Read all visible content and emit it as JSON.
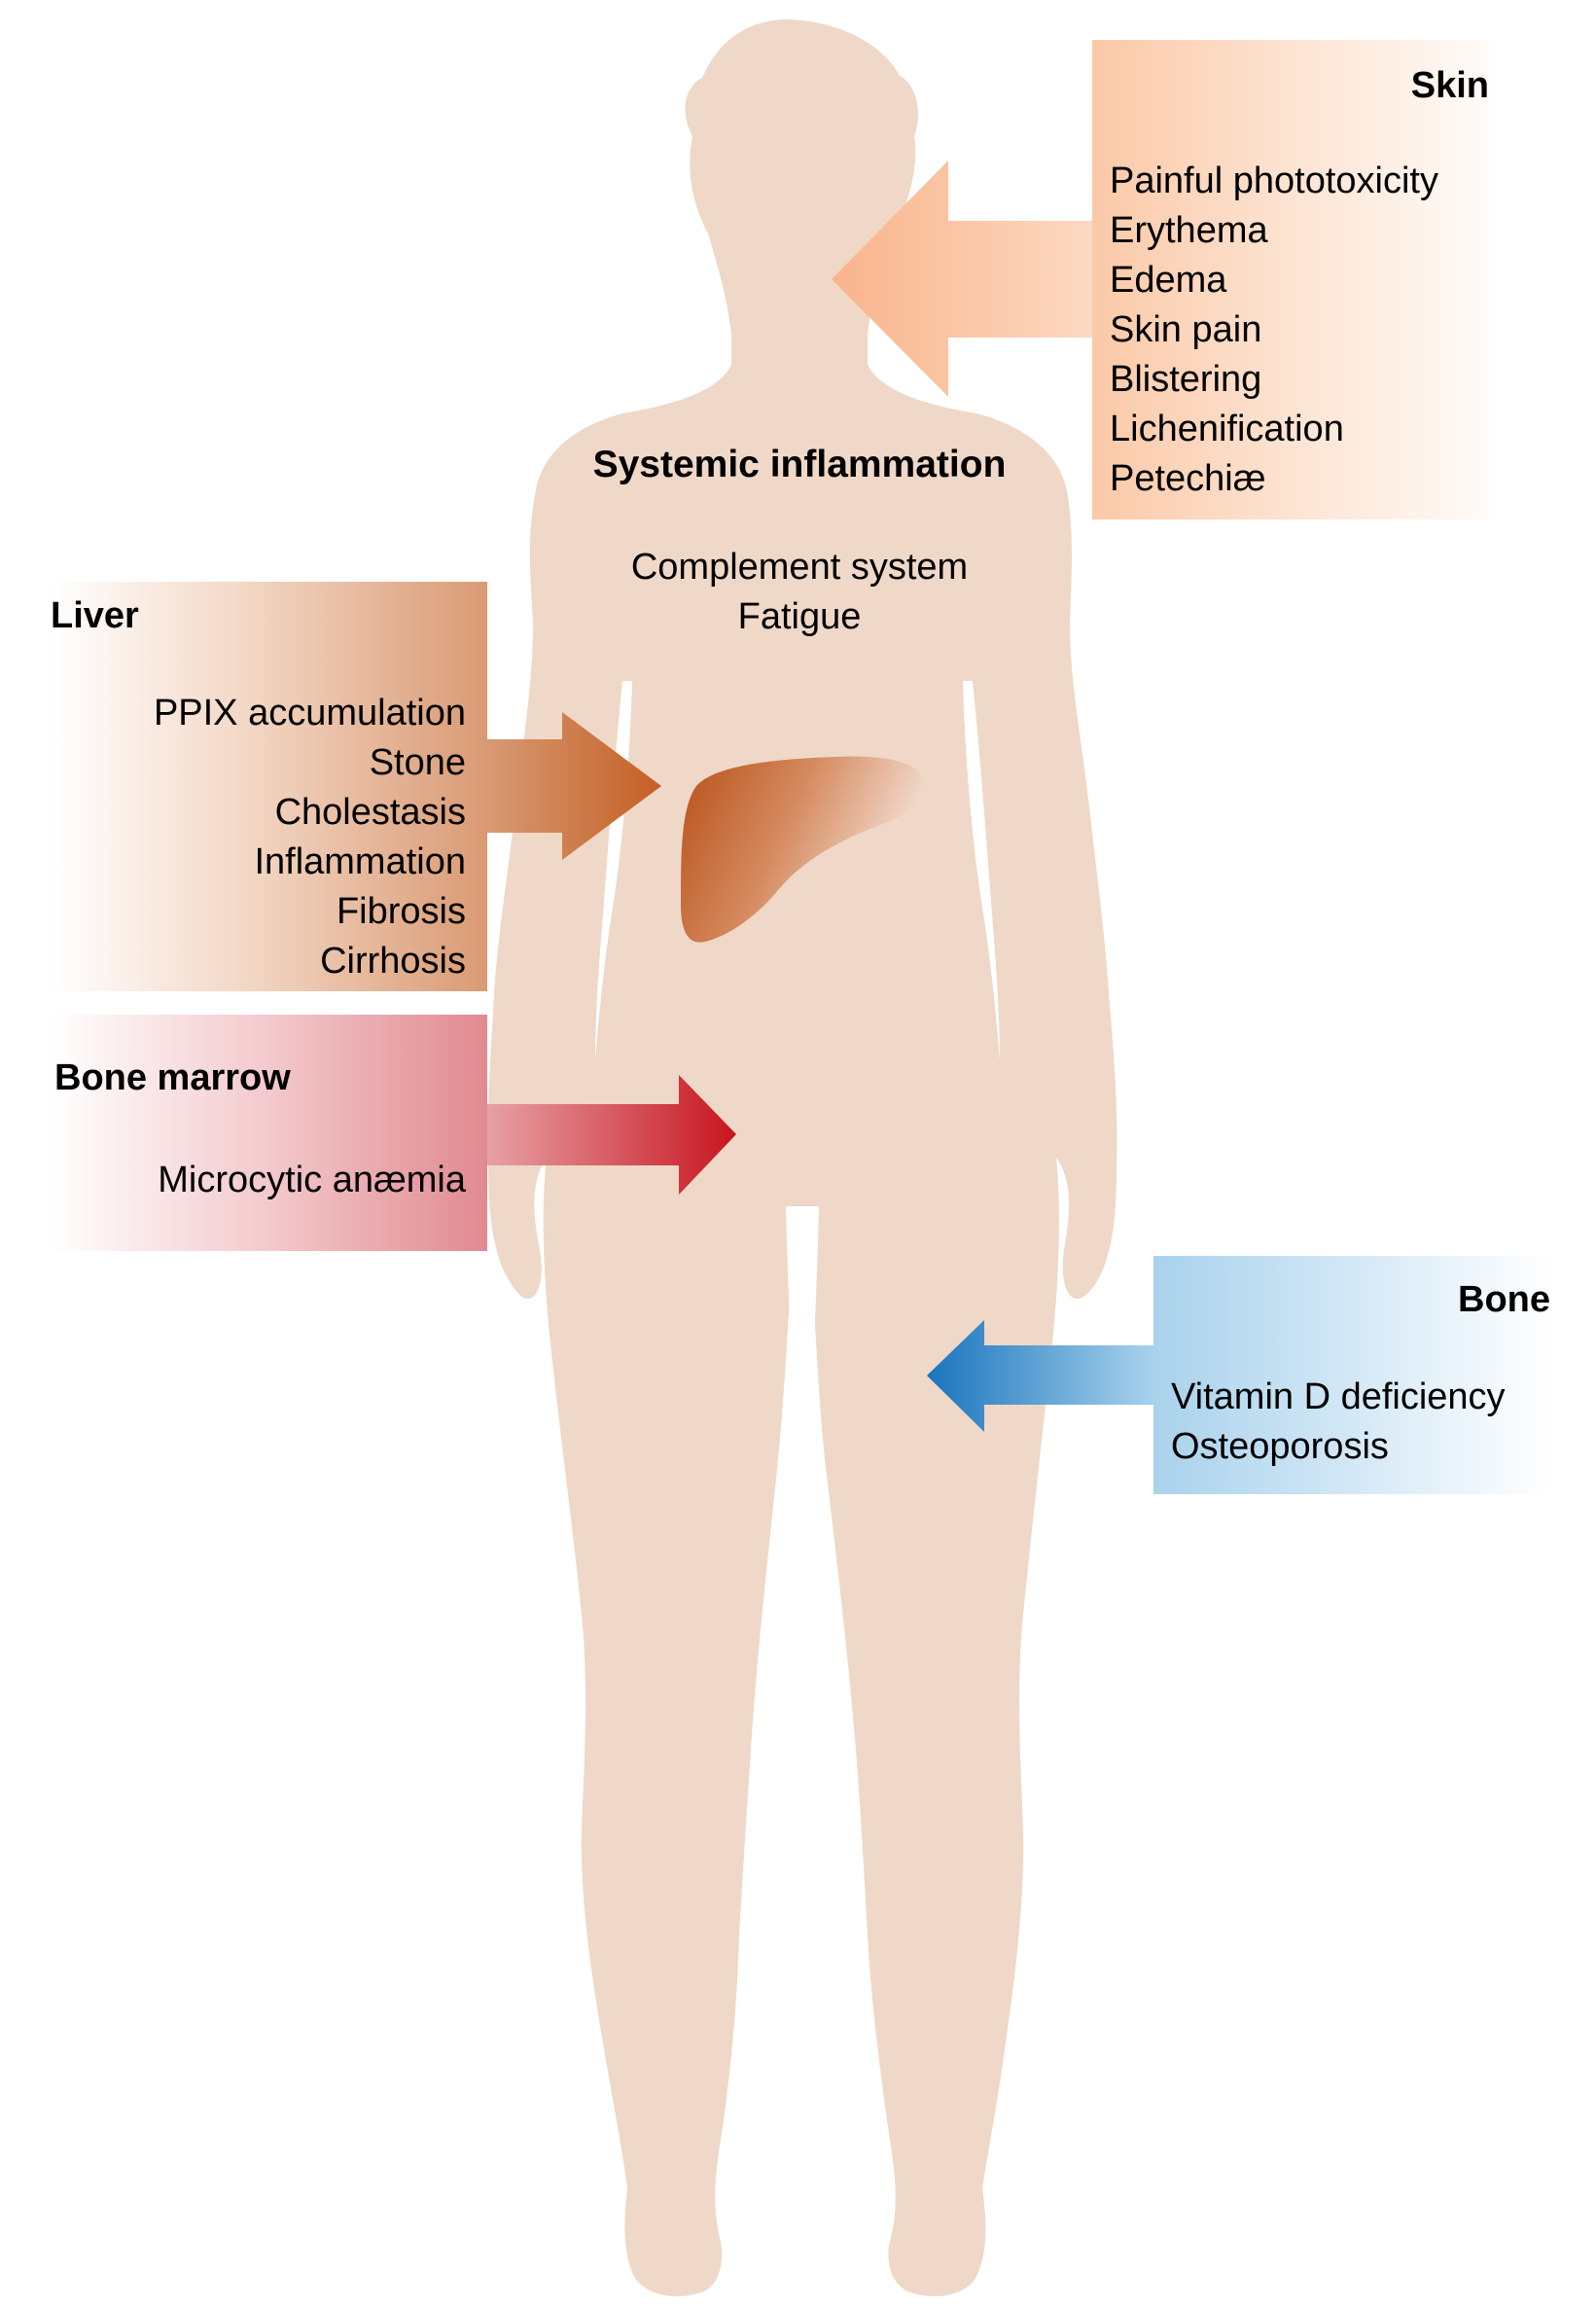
{
  "colors": {
    "body": "#efd8c7",
    "skin": "#f6a77a",
    "liver": "#c4622a",
    "bone_marrow": "#c8232c",
    "bone": "#1c75bc"
  },
  "systemic": {
    "title": "Systemic inflammation",
    "items": [
      "Complement system",
      "Fatigue"
    ]
  },
  "skin": {
    "title": "Skin",
    "items": [
      "Painful phototoxicity",
      "Erythema",
      "Edema",
      "Skin pain",
      "Blistering",
      "Lichenification",
      "Petechiæ"
    ]
  },
  "liver": {
    "title": "Liver",
    "items": [
      "PPIX accumulation",
      "Stone",
      "Cholestasis",
      "Inflammation",
      "Fibrosis",
      "Cirrhosis"
    ]
  },
  "bone_marrow": {
    "title": "Bone marrow",
    "items": [
      "Microcytic anæmia"
    ]
  },
  "bone": {
    "title": "Bone",
    "items": [
      "Vitamin D deficiency",
      "Osteoporosis"
    ]
  }
}
